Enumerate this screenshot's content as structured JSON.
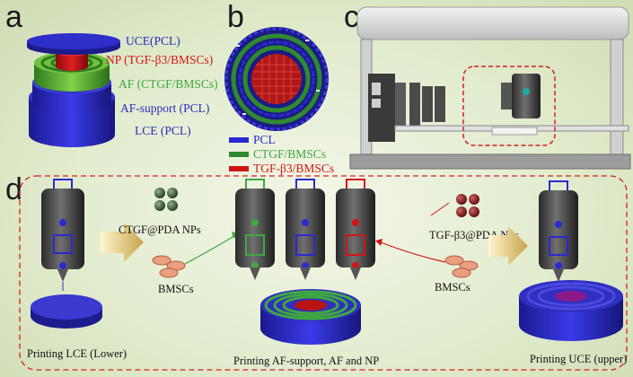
{
  "panels": {
    "a": "a",
    "b": "b",
    "c": "c",
    "d": "d"
  },
  "panel_a": {
    "labels": [
      {
        "text": "UCE(PCL)",
        "color": "#2b2bbf"
      },
      {
        "text": "NP (TGF-β3/BMSCs)",
        "color": "#d21414"
      },
      {
        "text": "AF (CTGF/BMSCs)",
        "color": "#3fa83f"
      },
      {
        "text": "AF-support (PCL)",
        "color": "#2b2bbf"
      },
      {
        "text": "LCE (PCL)",
        "color": "#2b2bbf"
      }
    ]
  },
  "panel_b": {
    "legend": [
      {
        "text": "PCL",
        "color": "#2a2ad0",
        "text_color": "#2a2ad0"
      },
      {
        "text": "CTGF/BMSCs",
        "color": "#2f8a2f",
        "text_color": "#3fa83f"
      },
      {
        "text": "TGF-β3/BMSCs",
        "color": "#d21414",
        "text_color": "#d21414"
      }
    ]
  },
  "panel_d": {
    "ctgf_label": "CTGF@PDA NPs",
    "bmscs_left": "BMSCs",
    "tgf_label": "TGF-β3@PDA NPs",
    "bmscs_right": "BMSCs",
    "captions": [
      "Printing LCE (Lower)",
      "Printing AF-support,  AF and NP",
      "Printing UCE (upper)"
    ]
  },
  "colors": {
    "pcl_blue": "#2a2ad0",
    "af_green": "#3fa83f",
    "np_red": "#d21414",
    "dashed_red": "#d42020"
  }
}
